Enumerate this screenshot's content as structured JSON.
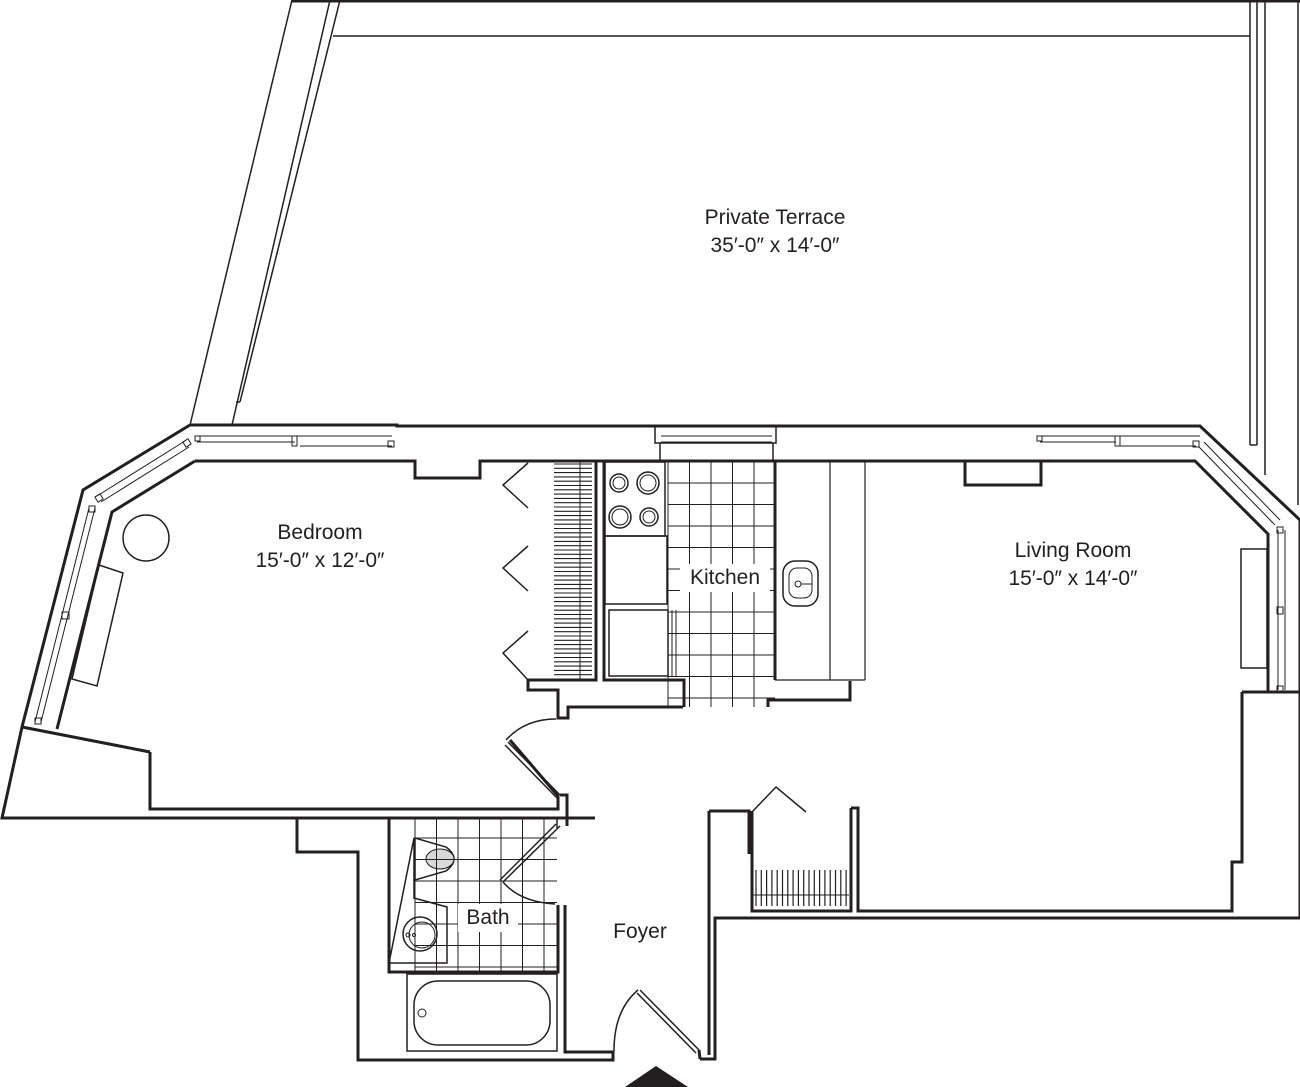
{
  "plan": {
    "type": "apartment floor plan",
    "colors": {
      "line": "#231f20",
      "background": "#ffffff",
      "toilet_fill": "#d9d9d9"
    }
  },
  "rooms": {
    "terrace": {
      "name": "Private Terrace",
      "dimensions": "35′-0″ x 14′-0″"
    },
    "bedroom": {
      "name": "Bedroom",
      "dimensions": "15′-0″ x 12′-0″"
    },
    "living": {
      "name": "Living Room",
      "dimensions": "15′-0″ x 14′-0″"
    },
    "kitchen": {
      "name": "Kitchen"
    },
    "bath": {
      "name": "Bath"
    },
    "foyer": {
      "name": "Foyer"
    }
  },
  "fixtures": [
    "stove-4-burner",
    "refrigerator",
    "kitchen-sink",
    "toilet",
    "bathroom-sink",
    "bathtub",
    "bedroom-closet",
    "foyer-closet",
    "entry-door",
    "entrance-arrow"
  ]
}
